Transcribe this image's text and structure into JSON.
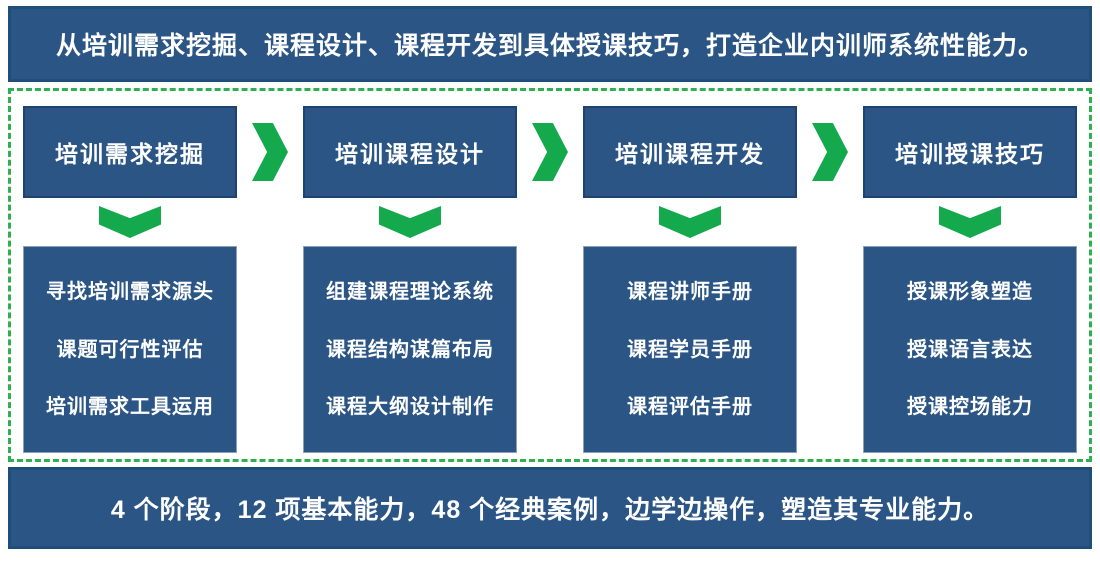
{
  "colors": {
    "navy_fill": "#2B5585",
    "navy_border": "#1F4E79",
    "green_arrow": "#15A94D",
    "green_dashed_border": "#2EB050",
    "text": "#FFFFFF"
  },
  "top_banner": {
    "text": "从培训需求挖掘、课程设计、课程开发到具体授课技巧，打造企业内训师系统性能力。"
  },
  "bottom_banner": {
    "text": "4 个阶段，12 项基本能力，48 个经典案例，边学边操作，塑造其专业能力。"
  },
  "stages": [
    {
      "title": "培训需求挖掘",
      "items": [
        "寻找培训需求源头",
        "课题可行性评估",
        "培训需求工具运用"
      ]
    },
    {
      "title": "培训课程设计",
      "items": [
        "组建课程理论系统",
        "课程结构谋篇布局",
        "课程大纲设计制作"
      ]
    },
    {
      "title": "培训课程开发",
      "items": [
        "课程讲师手册",
        "课程学员手册",
        "课程评估手册"
      ]
    },
    {
      "title": "培训授课技巧",
      "items": [
        "授课形象塑造",
        "授课语言表达",
        "授课控场能力"
      ]
    }
  ]
}
